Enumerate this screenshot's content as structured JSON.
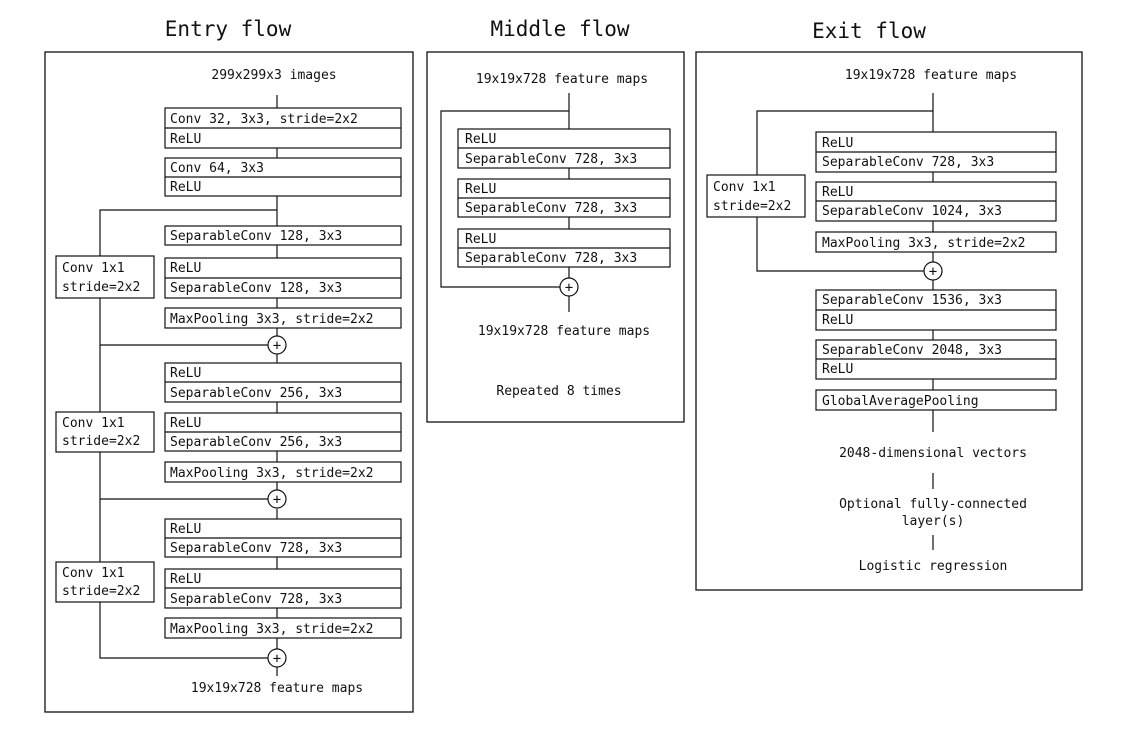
{
  "titles": {
    "entry": "Entry flow",
    "middle": "Middle flow",
    "exit": "Exit flow"
  },
  "entry": {
    "input": "299x299x3 images",
    "conv32": "Conv 32, 3x3, stride=2x2",
    "relu1": "ReLU",
    "conv64": "Conv 64, 3x3",
    "relu2": "ReLU",
    "sep128a": "SeparableConv 128, 3x3",
    "relu3": "ReLU",
    "sep128b": "SeparableConv 128, 3x3",
    "pool1": "MaxPooling 3x3, stride=2x2",
    "skip1_l1": "Conv 1x1",
    "skip1_l2": "stride=2x2",
    "relu4": "ReLU",
    "sep256a": "SeparableConv 256, 3x3",
    "relu5": "ReLU",
    "sep256b": "SeparableConv 256, 3x3",
    "pool2": "MaxPooling 3x3, stride=2x2",
    "skip2_l1": "Conv 1x1",
    "skip2_l2": "stride=2x2",
    "relu6": "ReLU",
    "sep728a": "SeparableConv 728, 3x3",
    "relu7": "ReLU",
    "sep728b": "SeparableConv 728, 3x3",
    "pool3": "MaxPooling 3x3, stride=2x2",
    "skip3_l1": "Conv 1x1",
    "skip3_l2": "stride=2x2",
    "output": "19x19x728 feature maps"
  },
  "middle": {
    "input": "19x19x728 feature maps",
    "relu1": "ReLU",
    "sep1": "SeparableConv 728, 3x3",
    "relu2": "ReLU",
    "sep2": "SeparableConv 728, 3x3",
    "relu3": "ReLU",
    "sep3": "SeparableConv 728, 3x3",
    "output": "19x19x728 feature maps",
    "note": "Repeated 8 times"
  },
  "exit": {
    "input": "19x19x728 feature maps",
    "relu1": "ReLU",
    "sep728": "SeparableConv 728, 3x3",
    "relu2": "ReLU",
    "sep1024": "SeparableConv 1024, 3x3",
    "pool": "MaxPooling 3x3, stride=2x2",
    "skip_l1": "Conv 1x1",
    "skip_l2": "stride=2x2",
    "sep1536": "SeparableConv 1536, 3x3",
    "relu3": "ReLU",
    "sep2048": "SeparableConv 2048, 3x3",
    "relu4": "ReLU",
    "gap": "GlobalAveragePooling",
    "vectors": "2048-dimensional vectors",
    "fc_l1": "Optional fully-connected",
    "fc_l2": "layer(s)",
    "logreg": "Logistic regression"
  },
  "sum_symbol": "+"
}
